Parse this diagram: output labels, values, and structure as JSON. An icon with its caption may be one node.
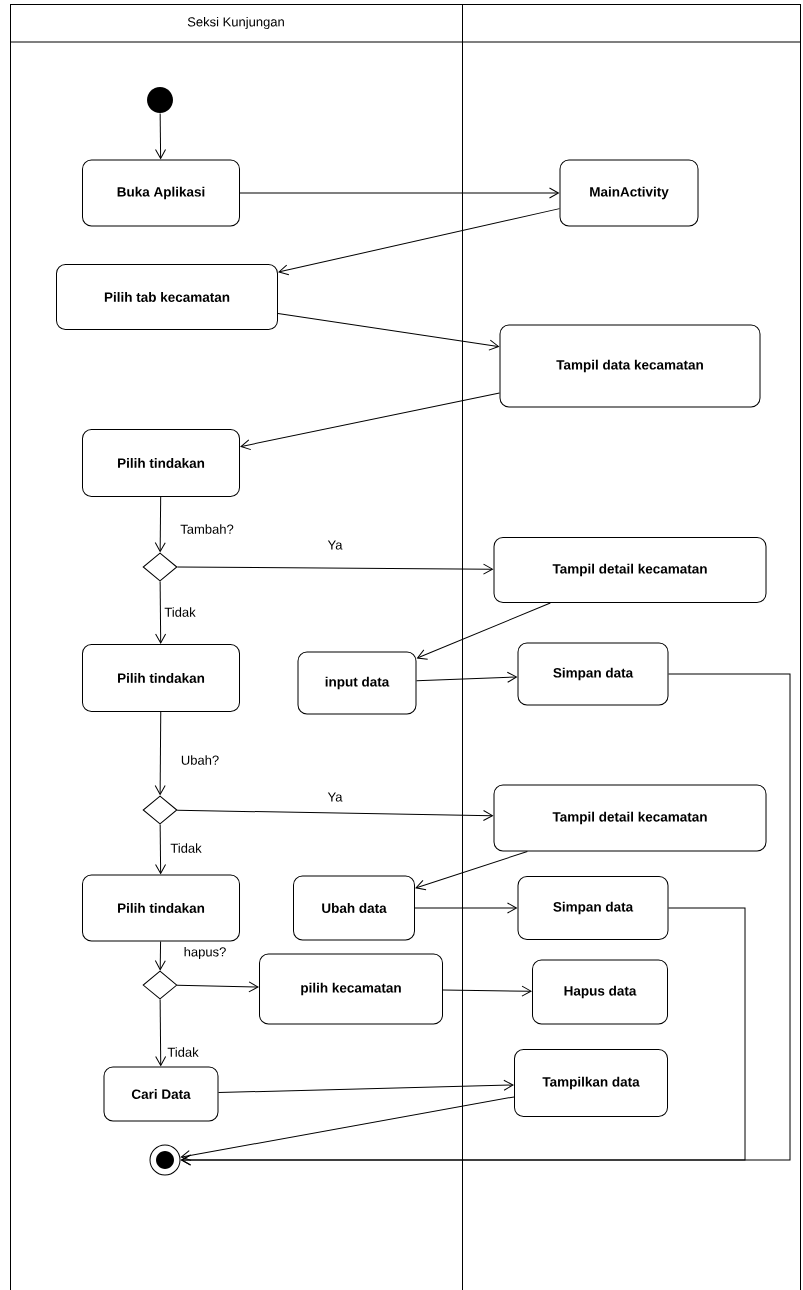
{
  "diagram": {
    "nodes": [
      {
        "text": [
          "Seksi Kunjungan"
        ]
      },
      {
        "text": [],
        "shape": "box"
      },
      {
        "text": [],
        "shape": "circle",
        "in": 0
      },
      {
        "text": [
          "Buka Aplikasi"
        ],
        "in": 0
      },
      {
        "text": [
          "MainActivity"
        ],
        "in": 1
      },
      {
        "text": [
          "Pilih tab kecamatan"
        ],
        "in": 0
      },
      {
        "text": [
          "Tampil data kecamatan"
        ],
        "in": 1
      },
      {
        "text": [
          "Pilih tindakan"
        ],
        "in": 0
      },
      {
        "text": [],
        "shape": "diamond",
        "in": 0
      },
      {
        "text": [
          "Tampil detail kecamatan"
        ],
        "in": 1
      },
      {
        "text": [
          "Pilih tindakan"
        ],
        "in": 0
      },
      {
        "text": [
          "input data"
        ],
        "in": 0
      },
      {
        "text": [
          "Simpan data"
        ],
        "in": 1
      },
      {
        "text": [],
        "shape": "diamond",
        "in": 0
      },
      {
        "text": [
          "Tampil detail kecamatan"
        ],
        "in": 1
      },
      {
        "text": [
          "Pilih tindakan"
        ],
        "in": 0
      },
      {
        "text": [
          "Ubah data"
        ],
        "in": 0
      },
      {
        "text": [
          "Simpan data"
        ],
        "in": 1
      },
      {
        "text": [],
        "shape": "diamond",
        "in": 0
      },
      {
        "text": [
          "pilih kecamatan"
        ],
        "in": 0
      },
      {
        "text": [
          "Hapus data"
        ],
        "in": 1
      },
      {
        "text": [
          "Cari Data"
        ],
        "in": 0
      },
      {
        "text": [
          "Tampilkan data"
        ],
        "in": 1
      },
      {
        "text": [],
        "shape": "circle",
        "in": 0
      }
    ],
    "edges": [
      {
        "from": 2,
        "to": 3,
        "arrow": "to"
      },
      {
        "from": 3,
        "to": 4,
        "arrow": "to"
      },
      {
        "from": 4,
        "to": 5,
        "arrow": "to"
      },
      {
        "from": 5,
        "to": 6,
        "arrow": "to"
      },
      {
        "from": 6,
        "to": 7,
        "arrow": "to"
      },
      {
        "from": 7,
        "to": 8,
        "arrow": "to",
        "label": "Tambah?"
      },
      {
        "from": 8,
        "to": 9,
        "arrow": "to",
        "label": "Ya"
      },
      {
        "from": 8,
        "to": 10,
        "arrow": "to",
        "label": "Tidak"
      },
      {
        "from": 9,
        "to": 11,
        "arrow": "to"
      },
      {
        "from": 11,
        "to": 12,
        "arrow": "to"
      },
      {
        "from": 12,
        "to": 23,
        "arrow": "to"
      },
      {
        "from": 10,
        "to": 13,
        "arrow": "to",
        "label": "Ubah?"
      },
      {
        "from": 13,
        "to": 14,
        "arrow": "to",
        "label": "Ya"
      },
      {
        "from": 13,
        "to": 15,
        "arrow": "to",
        "label": "Tidak"
      },
      {
        "from": 14,
        "to": 16,
        "arrow": "to"
      },
      {
        "from": 16,
        "to": 17,
        "arrow": "to"
      },
      {
        "from": 17,
        "to": 23,
        "arrow": "to"
      },
      {
        "from": 15,
        "to": 18,
        "arrow": "to",
        "label": "hapus?"
      },
      {
        "from": 18,
        "to": 19,
        "arrow": "to"
      },
      {
        "from": 19,
        "to": 20,
        "arrow": "to"
      },
      {
        "from": 18,
        "to": 21,
        "arrow": "to",
        "label": "Tidak"
      },
      {
        "from": 21,
        "to": 22,
        "arrow": "to"
      },
      {
        "from": 22,
        "to": 23,
        "arrow": "to"
      }
    ]
  }
}
